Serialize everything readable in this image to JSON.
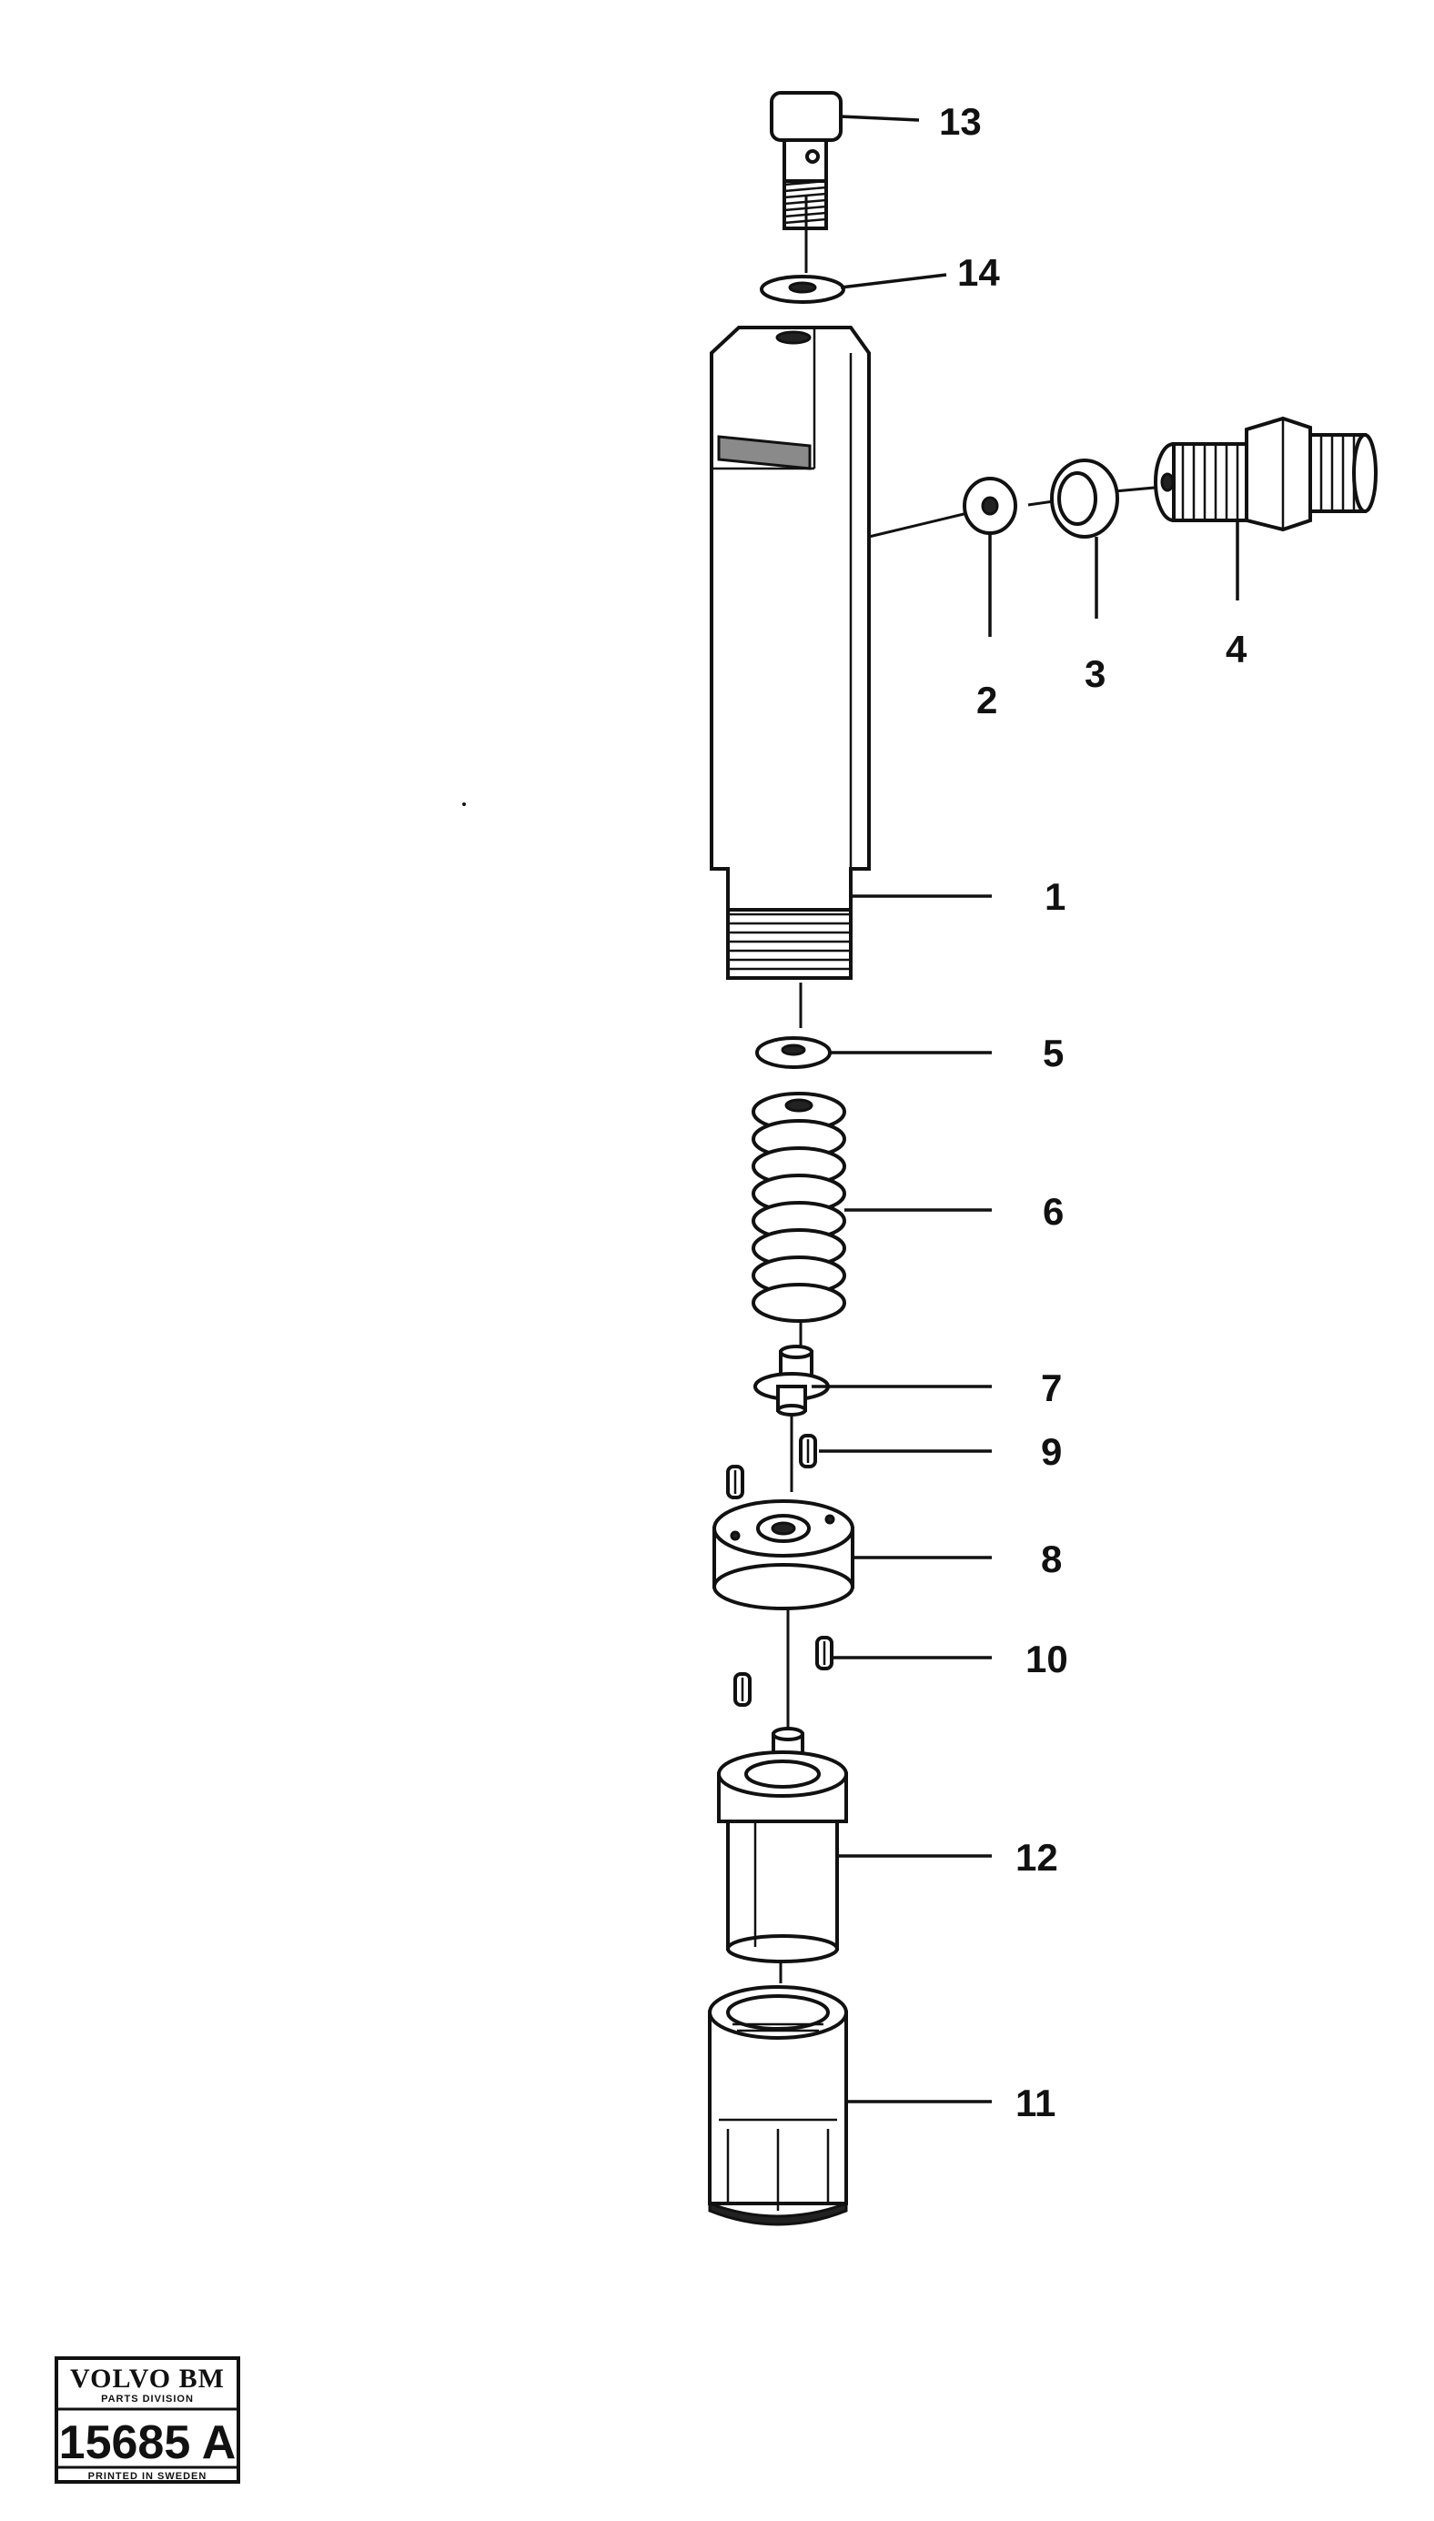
{
  "diagram": {
    "callouts": [
      {
        "id": "13",
        "label": "13"
      },
      {
        "id": "14",
        "label": "14"
      },
      {
        "id": "2",
        "label": "2"
      },
      {
        "id": "3",
        "label": "3"
      },
      {
        "id": "4",
        "label": "4"
      },
      {
        "id": "1",
        "label": "1"
      },
      {
        "id": "5",
        "label": "5"
      },
      {
        "id": "6",
        "label": "6"
      },
      {
        "id": "7",
        "label": "7"
      },
      {
        "id": "9",
        "label": "9"
      },
      {
        "id": "8",
        "label": "8"
      },
      {
        "id": "10",
        "label": "10"
      },
      {
        "id": "12",
        "label": "12"
      },
      {
        "id": "11",
        "label": "11"
      }
    ]
  },
  "stamp": {
    "brand": "VOLVO BM",
    "division": "PARTS DIVISION",
    "number": "15685 A",
    "printed": "PRINTED IN SWEDEN"
  }
}
